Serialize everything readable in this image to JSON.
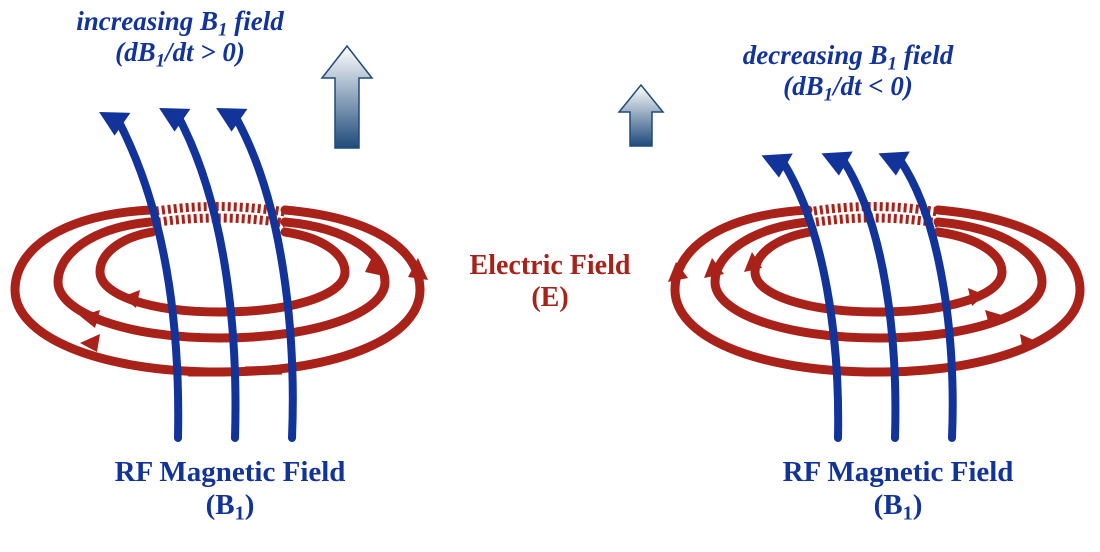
{
  "left_panel": {
    "caption_line1_pre": "increasing B",
    "caption_line1_sub": "1",
    "caption_line1_post": " field",
    "caption_line2_pre": "(dB",
    "caption_line2_sub": "1",
    "caption_line2_post": "/dt > 0)",
    "bottom_line1": "RF Magnetic Field",
    "bottom_line2_pre": "(B",
    "bottom_line2_sub": "1",
    "bottom_line2_post": ")",
    "b1_arrow_direction": "up",
    "b1_trend": "increasing"
  },
  "right_panel": {
    "caption_line1_pre": "decreasing B",
    "caption_line1_sub": "1",
    "caption_line1_post": " field",
    "caption_line2_pre": "(dB",
    "caption_line2_sub": "1",
    "caption_line2_post": "/dt < 0)",
    "bottom_line1": "RF Magnetic Field",
    "bottom_line2_pre": "(B",
    "bottom_line2_sub": "1",
    "bottom_line2_post": ")",
    "b1_arrow_direction": "up",
    "b1_trend": "decreasing"
  },
  "center_label": {
    "line1": "Electric Field",
    "line2": "(E)"
  },
  "colors": {
    "magnetic_field": "#12339a",
    "electric_field": "#a8221a",
    "arrow_gradient_top": "#ffffff",
    "arrow_gradient_bottom": "#1f4b7a",
    "background": "#ffffff"
  },
  "icons": {
    "field_arrow": "thick-up-arrow-icon",
    "field_line_head": "arrowhead-icon"
  }
}
